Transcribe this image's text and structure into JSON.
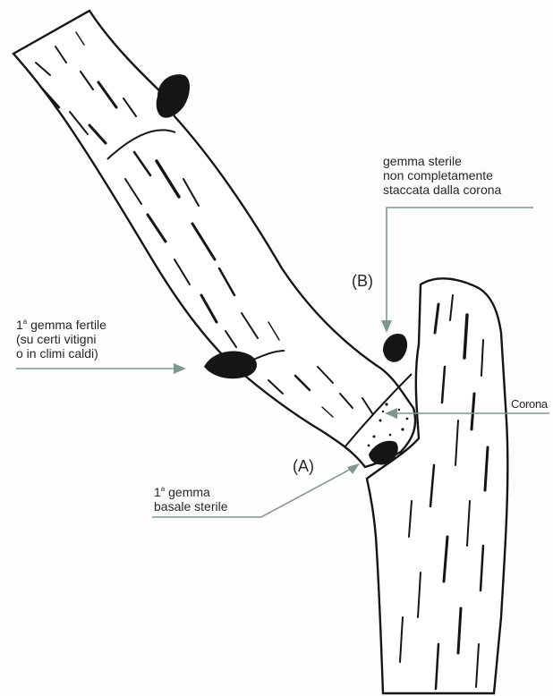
{
  "colors": {
    "ink": "#151515",
    "paper": "#fdfdfb",
    "arrow": "#7c9a8b"
  },
  "labels": {
    "sterile_bud": {
      "line1": "gemma sterile",
      "line2": "non completamente",
      "line3": "staccata dalla corona"
    },
    "letter_b": "(B)",
    "fertile_bud": {
      "line1_num": "1",
      "line1_sup": "a",
      "line1_rest": " gemma fertile",
      "line2": "(su certi vitigni",
      "line3": "o in climi caldi)"
    },
    "corona": "Corona",
    "letter_a": "(A)",
    "basal_bud": {
      "line1_num": "1",
      "line1_sup": "a",
      "line1_rest": " gemma",
      "line2": "basale sterile"
    }
  }
}
